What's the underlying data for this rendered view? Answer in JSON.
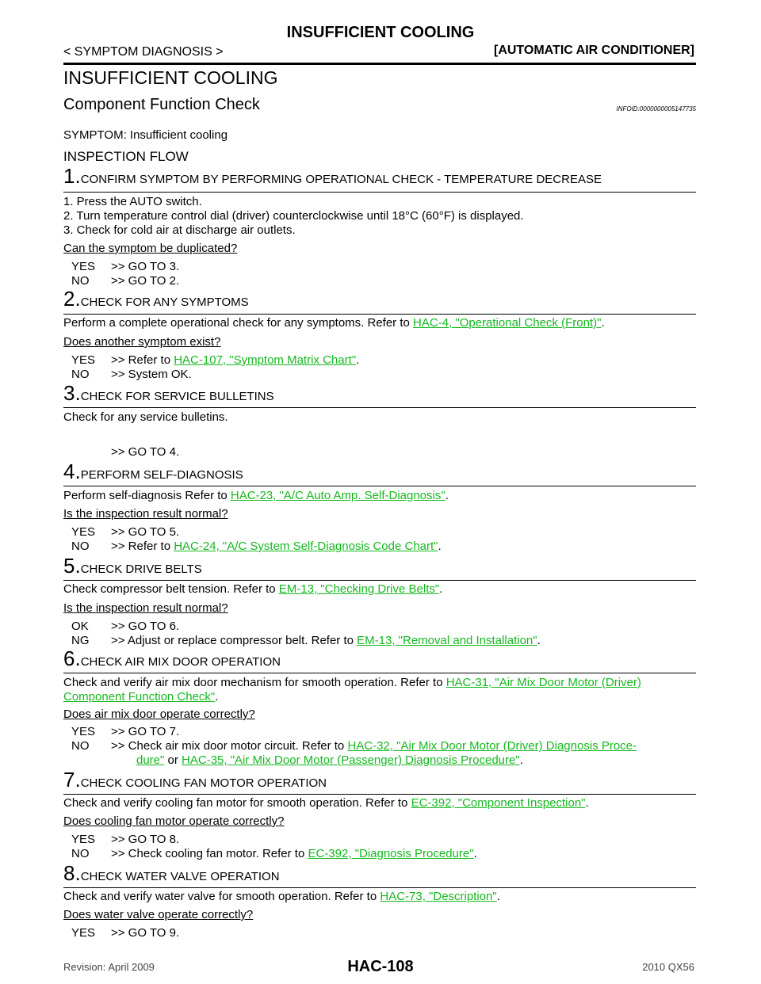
{
  "header": {
    "center_title": "INSUFFICIENT COOLING",
    "left": "< SYMPTOM DIAGNOSIS >",
    "right": "[AUTOMATIC AIR CONDITIONER]"
  },
  "title": "INSUFFICIENT COOLING",
  "subtitle": "Component Function Check",
  "infoid": "INFOID:0000000005147735",
  "symptom": "SYMPTOM: Insufficient cooling",
  "flow_heading": "INSPECTION FLOW",
  "steps": {
    "s1": {
      "num": "1.",
      "label": "CONFIRM SYMPTOM BY PERFORMING OPERATIONAL CHECK - TEMPERATURE DECREASE",
      "items": [
        "1.   Press the AUTO switch.",
        "2.   Turn temperature control dial (driver) counterclockwise until 18°C (60°F) is displayed.",
        "3.   Check for cold air at discharge air outlets."
      ],
      "question": "Can the symptom be duplicated?",
      "a1_key": "YES",
      "a1_text": ">> GO TO 3.",
      "a2_key": "NO",
      "a2_text": ">> GO TO 2."
    },
    "s2": {
      "num": "2.",
      "label": "CHECK FOR ANY SYMPTOMS",
      "text_pre": "Perform a complete operational check for any symptoms. Refer to ",
      "link": "HAC-4, \"Operational Check (Front)\"",
      "question": "Does another symptom exist?",
      "a1_key": "YES",
      "a1_pre": ">> Refer to ",
      "a1_link": "HAC-107, \"Symptom Matrix Chart\"",
      "a2_key": "NO",
      "a2_text": ">> System OK."
    },
    "s3": {
      "num": "3.",
      "label": "CHECK FOR SERVICE BULLETINS",
      "text": "Check for any service bulletins.",
      "a1_text": ">> GO TO 4."
    },
    "s4": {
      "num": "4.",
      "label": "PERFORM SELF-DIAGNOSIS",
      "text_pre": "Perform self-diagnosis Refer to ",
      "link": "HAC-23, \"A/C Auto Amp. Self-Diagnosis\"",
      "question": "Is the inspection result normal?",
      "a1_key": "YES",
      "a1_text": ">> GO TO 5.",
      "a2_key": "NO",
      "a2_pre": ">> Refer to ",
      "a2_link": "HAC-24, \"A/C System Self-Diagnosis Code Chart\""
    },
    "s5": {
      "num": "5.",
      "label": "CHECK DRIVE BELTS",
      "text_pre": "Check compressor belt tension. Refer to ",
      "link": "EM-13, \"Checking Drive Belts\"",
      "question": "Is the inspection result normal?",
      "a1_key": "OK",
      "a1_text": ">> GO TO 6.",
      "a2_key": "NG",
      "a2_pre": ">> Adjust or replace compressor belt. Refer to ",
      "a2_link": "EM-13, \"Removal and Installation\""
    },
    "s6": {
      "num": "6.",
      "label": "CHECK AIR MIX DOOR OPERATION",
      "text_pre": "Check and verify air mix door mechanism for smooth operation. Refer to ",
      "link1": "HAC-31, \"Air Mix Door Motor (Driver)",
      "link2": "Component Function Check\"",
      "question": "Does air mix door operate correctly?",
      "a1_key": "YES",
      "a1_text": ">> GO TO 7.",
      "a2_key": "NO",
      "a2_pre": ">> Check air mix door motor circuit. Refer to ",
      "a2_link1": "HAC-32, \"Air Mix Door Motor (Driver) Diagnosis Proce-",
      "a2_link2": "dure\"",
      "a2_mid": " or ",
      "a2_link3": "HAC-35, \"Air Mix Door Motor (Passenger) Diagnosis Procedure\""
    },
    "s7": {
      "num": "7.",
      "label": "CHECK COOLING FAN MOTOR OPERATION",
      "text_pre": "Check and verify cooling fan motor for smooth operation. Refer to ",
      "link": "EC-392, \"Component Inspection\"",
      "question": "Does cooling fan motor operate correctly?",
      "a1_key": "YES",
      "a1_text": ">> GO TO 8.",
      "a2_key": "NO",
      "a2_pre": ">> Check cooling fan motor. Refer to ",
      "a2_link": "EC-392, \"Diagnosis Procedure\""
    },
    "s8": {
      "num": "8.",
      "label": "CHECK WATER VALVE OPERATION",
      "text_pre": "Check and verify water valve for smooth operation. Refer to ",
      "link": "HAC-73, \"Description\"",
      "question": "Does water valve operate correctly?",
      "a1_key": "YES",
      "a1_text": ">> GO TO 9."
    }
  },
  "punct": {
    "period": "."
  },
  "footer": {
    "left": "Revision: April 2009",
    "center": "HAC-108",
    "right": "2010 QX56"
  }
}
